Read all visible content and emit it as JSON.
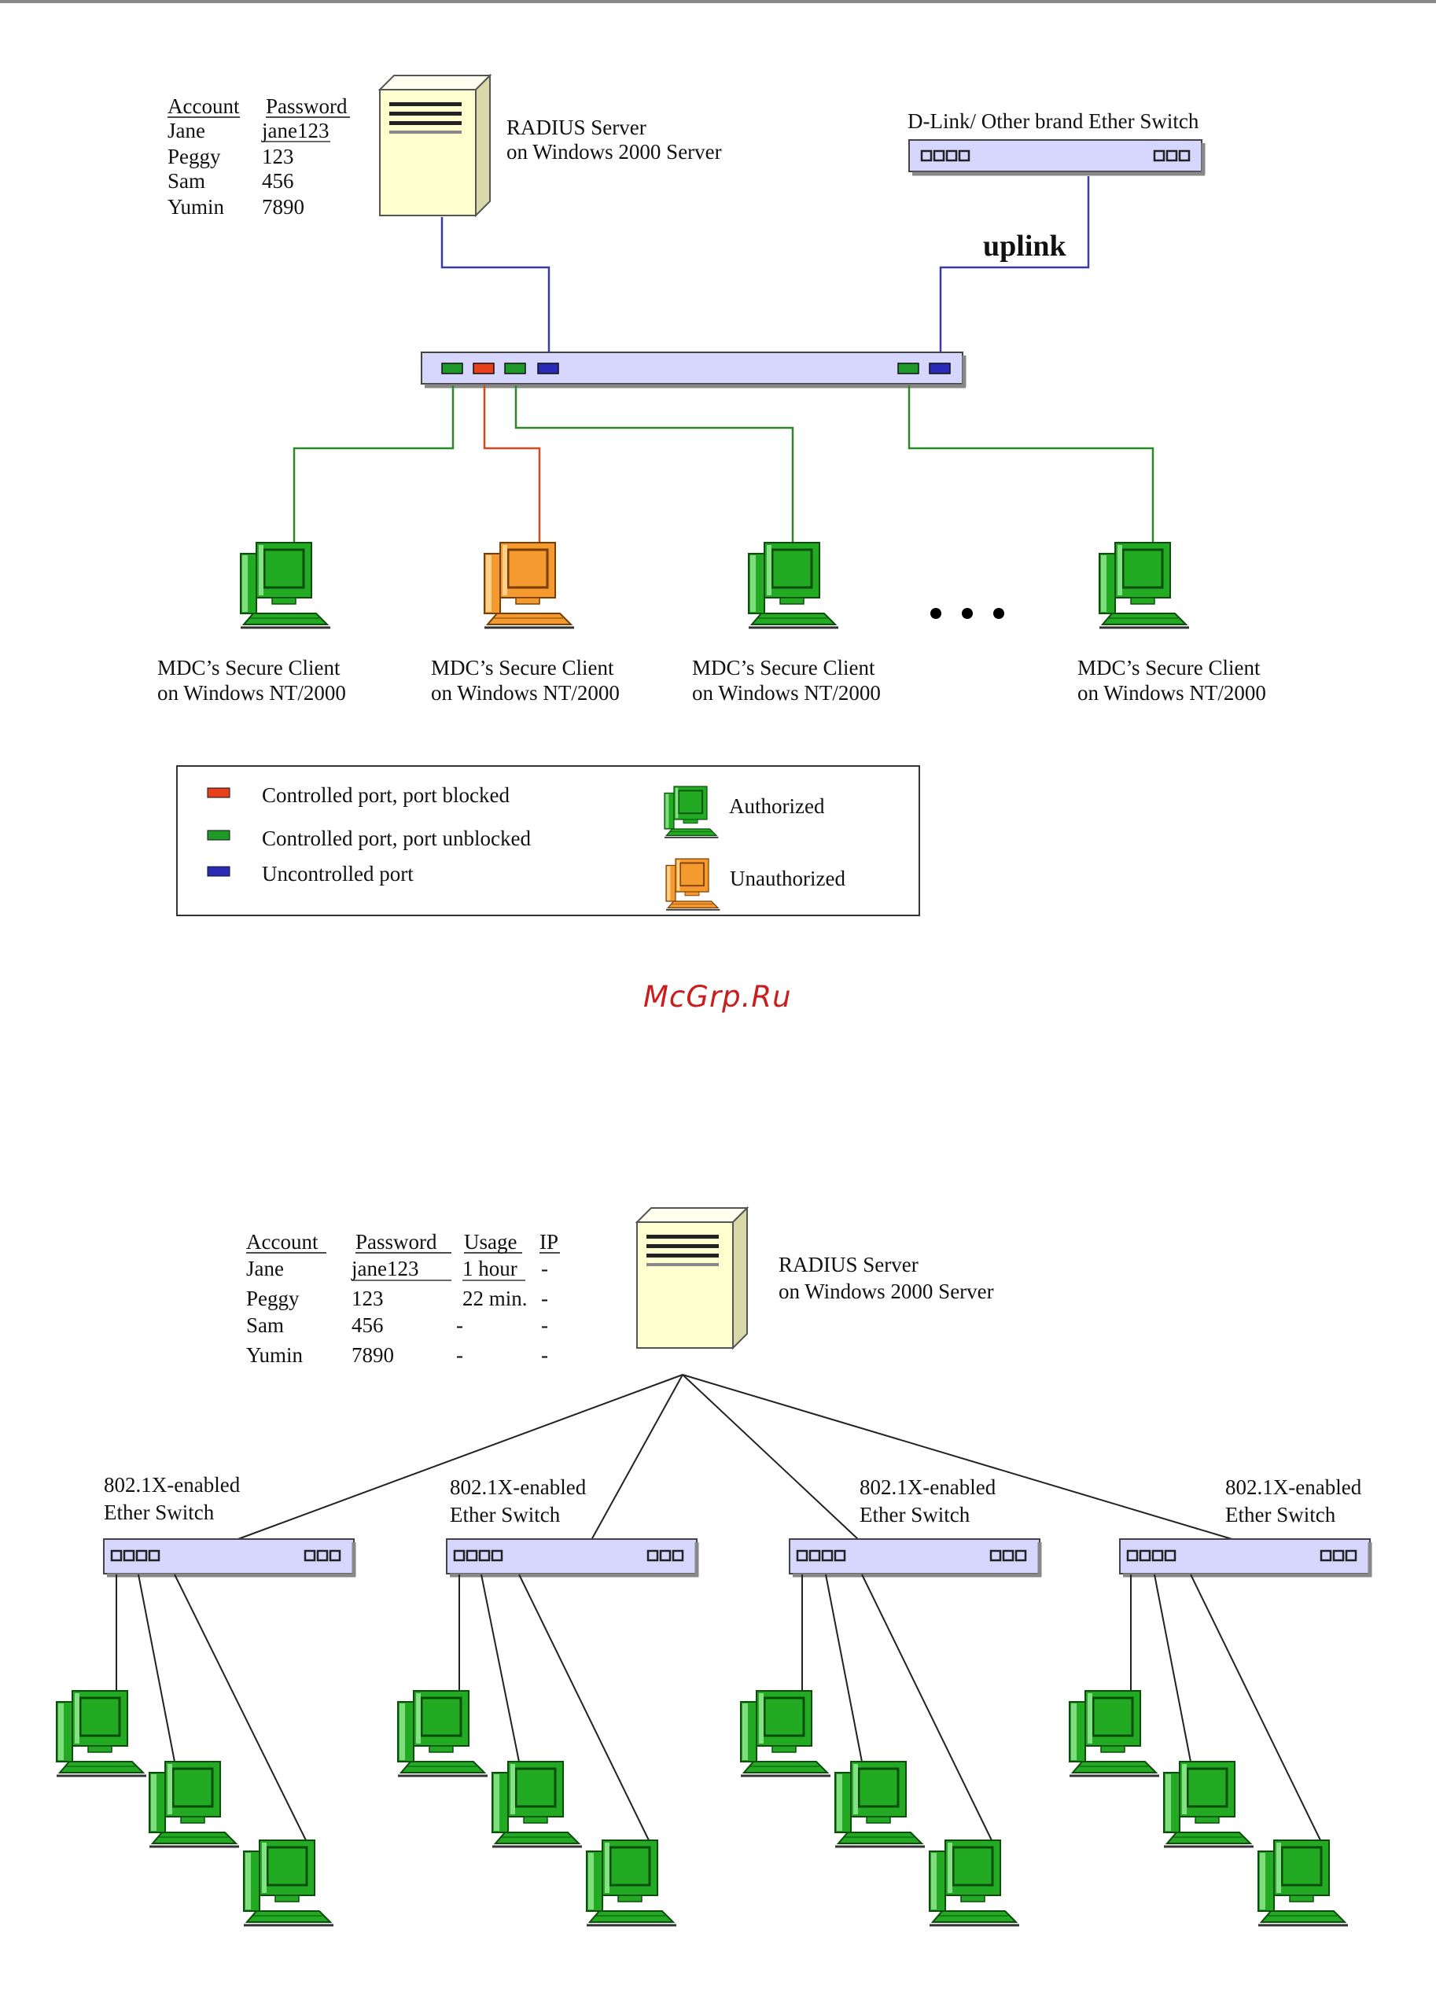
{
  "diagram1": {
    "accounts": {
      "headers": [
        "Account",
        "Password"
      ],
      "rows": [
        [
          "Jane",
          "jane123"
        ],
        [
          "Peggy",
          "123"
        ],
        [
          "Sam",
          "456"
        ],
        [
          "Yumin",
          "7890"
        ]
      ]
    },
    "radius_server": {
      "line1": "RADIUS Server",
      "line2": "on Windows 2000 Server"
    },
    "other_switch_label": "D-Link/ Other brand Ether Switch",
    "uplink_label": "uplink",
    "clients": [
      {
        "line1": "MDC’s Secure Client",
        "line2": "on Windows NT/2000",
        "status": "authorized"
      },
      {
        "line1": "MDC’s Secure Client",
        "line2": "on Windows NT/2000",
        "status": "unauthorized"
      },
      {
        "line1": "MDC’s Secure Client",
        "line2": "on Windows NT/2000",
        "status": "authorized"
      },
      {
        "line1": "MDC’s Secure Client",
        "line2": "on Windows NT/2000",
        "status": "authorized"
      }
    ],
    "legend": {
      "blocked": "Controlled port, port blocked",
      "unblocked": "Controlled port, port unblocked",
      "uncontrolled": "Uncontrolled port",
      "authorized": "Authorized",
      "unauthorized": "Unauthorized"
    }
  },
  "watermark": "McGrp.Ru",
  "diagram2": {
    "accounts": {
      "headers": [
        "Account",
        "Password",
        "Usage",
        "IP"
      ],
      "rows": [
        [
          "Jane",
          "jane123",
          "1 hour",
          "-"
        ],
        [
          "Peggy",
          "123",
          "22 min.",
          "-"
        ],
        [
          "Sam",
          "456",
          "-",
          "-"
        ],
        [
          "Yumin",
          "7890",
          "-",
          "-"
        ]
      ]
    },
    "radius_server": {
      "line1": "RADIUS Server",
      "line2": "on Windows 2000 Server"
    },
    "switches": [
      {
        "line1": "802.1X-enabled",
        "line2": "Ether Switch"
      },
      {
        "line1": "802.1X-enabled",
        "line2": "Ether Switch"
      },
      {
        "line1": "802.1X-enabled",
        "line2": "Ether Switch"
      },
      {
        "line1": "802.1X-enabled",
        "line2": "Ether Switch"
      }
    ]
  },
  "colors": {
    "port_blocked": "#e8401a",
    "port_unblocked": "#1f9a2a",
    "port_uncontrolled": "#2a2ab8",
    "authorized_pc": "#22aa22",
    "unauthorized_pc": "#f59a2e",
    "switch_fill": "#d6d6ff",
    "server_fill": "#ffffd0",
    "link_blue": "#3a3aa8",
    "link_green": "#2a8a2a",
    "link_red": "#d8481e"
  }
}
